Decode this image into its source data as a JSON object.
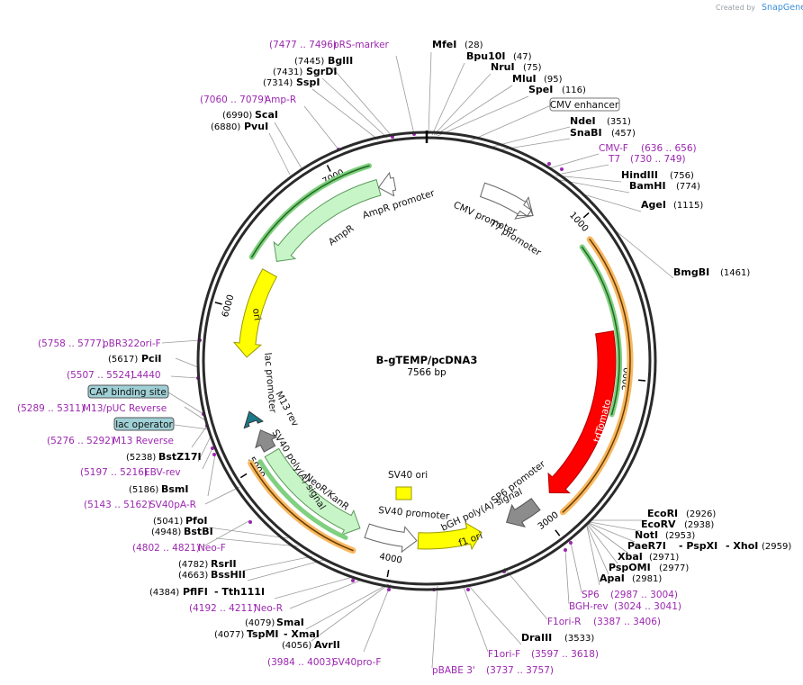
{
  "credit": {
    "created_by": "Created by",
    "brand": "SnapGene"
  },
  "plasmid": {
    "name": "B-gTEMP/pcDNA3",
    "length_label": "7566 bp",
    "length": 7566
  },
  "ticks": [
    {
      "pos": 1000,
      "label": "1000"
    },
    {
      "pos": 2000,
      "label": "2000"
    },
    {
      "pos": 3000,
      "label": "3000"
    },
    {
      "pos": 4000,
      "label": "4000"
    },
    {
      "pos": 5000,
      "label": "5000"
    },
    {
      "pos": 6000,
      "label": "6000"
    },
    {
      "pos": 7000,
      "label": "7000"
    }
  ],
  "features": [
    {
      "id": "cmv-enhancer",
      "label": "CMV enhancer",
      "boxed": true
    },
    {
      "id": "cmv-promoter",
      "label": "CMV promoter"
    },
    {
      "id": "t7-promoter",
      "label": "T7 promoter"
    },
    {
      "id": "tdtomato",
      "label": "tdTomato",
      "color": "#ff0000"
    },
    {
      "id": "sp6-promoter",
      "label": "SP6 promoter"
    },
    {
      "id": "bgh-polya",
      "label": "bGH poly(A) signal"
    },
    {
      "id": "f1-ori",
      "label": "f1 ori",
      "color": "#ffff00"
    },
    {
      "id": "sv40-promoter",
      "label": "SV40 promoter"
    },
    {
      "id": "sv40-ori",
      "label": "SV40 ori",
      "color": "#ffff00"
    },
    {
      "id": "neor-kanr",
      "label": "NeoR/KanR",
      "color": "#c8f5c8"
    },
    {
      "id": "sv40-polya",
      "label": "SV40 poly(A) signal"
    },
    {
      "id": "m13-rev",
      "label": "M13 rev"
    },
    {
      "id": "lac-promoter",
      "label": "lac promoter"
    },
    {
      "id": "ori",
      "label": "ori",
      "color": "#ffff00"
    },
    {
      "id": "ampr",
      "label": "AmpR",
      "color": "#c8f5c8"
    },
    {
      "id": "ampr-promoter",
      "label": "AmpR promoter"
    }
  ],
  "sites": [
    {
      "id": "mfei",
      "name": "MfeI",
      "pos": "(28)"
    },
    {
      "id": "bpu10i",
      "name": "Bpu10I",
      "pos": "(47)"
    },
    {
      "id": "nrui",
      "name": "NruI",
      "pos": "(75)"
    },
    {
      "id": "mlui",
      "name": "MluI",
      "pos": "(95)"
    },
    {
      "id": "spei",
      "name": "SpeI",
      "pos": "(116)"
    },
    {
      "id": "ndei",
      "name": "NdeI",
      "pos": "(351)"
    },
    {
      "id": "snabi",
      "name": "SnaBI",
      "pos": "(457)"
    },
    {
      "id": "hindiii",
      "name": "HindIII",
      "pos": "(756)"
    },
    {
      "id": "bamhi",
      "name": "BamHI",
      "pos": "(774)"
    },
    {
      "id": "agei",
      "name": "AgeI",
      "pos": "(1115)"
    },
    {
      "id": "bmgbi",
      "name": "BmgBI",
      "pos": "(1461)"
    },
    {
      "id": "ecori",
      "name": "EcoRI",
      "pos": "(2926)"
    },
    {
      "id": "ecorv",
      "name": "EcoRV",
      "pos": "(2938)"
    },
    {
      "id": "noti",
      "name": "NotI",
      "pos": "(2953)"
    },
    {
      "id": "paer7i",
      "name": "PaeR7I",
      "name2": "- PspXI",
      "name3": "- XhoI",
      "pos": "(2959)"
    },
    {
      "id": "xbai",
      "name": "XbaI",
      "pos": "(2971)"
    },
    {
      "id": "pspomi",
      "name": "PspOMI",
      "pos": "(2977)"
    },
    {
      "id": "apai",
      "name": "ApaI",
      "pos": "(2981)"
    },
    {
      "id": "draiii",
      "name": "DraIII",
      "pos": "(3533)"
    },
    {
      "id": "avrii",
      "name": "AvrII",
      "pos": "(4056)"
    },
    {
      "id": "tspmi",
      "name": "TspMI",
      "name2": "- XmaI",
      "pos": "(4077)"
    },
    {
      "id": "smai",
      "name": "SmaI",
      "pos": "(4079)"
    },
    {
      "id": "pflfi",
      "name": "PflFI",
      "name2": "- Tth111I",
      "pos": "(4384)"
    },
    {
      "id": "bsshii",
      "name": "BssHII",
      "pos": "(4663)"
    },
    {
      "id": "rsrii",
      "name": "RsrII",
      "pos": "(4782)"
    },
    {
      "id": "bstbi",
      "name": "BstBI",
      "pos": "(4948)"
    },
    {
      "id": "pfoi",
      "name": "PfoI",
      "pos": "(5041)"
    },
    {
      "id": "bsmi",
      "name": "BsmI",
      "pos": "(5186)"
    },
    {
      "id": "bstz17i",
      "name": "BstZ17I",
      "pos": "(5238)"
    },
    {
      "id": "pcii",
      "name": "PciI",
      "pos": "(5617)"
    },
    {
      "id": "pvui",
      "name": "PvuI",
      "pos": "(6880)"
    },
    {
      "id": "scai",
      "name": "ScaI",
      "pos": "(6990)"
    },
    {
      "id": "sspi",
      "name": "SspI",
      "pos": "(7314)"
    },
    {
      "id": "sgrdi",
      "name": "SgrDI",
      "pos": "(7431)"
    },
    {
      "id": "bglii",
      "name": "BglII",
      "pos": "(7445)"
    }
  ],
  "primers": [
    {
      "id": "prs-marker",
      "name": "pRS-marker",
      "range": "(7477 .. 7496)"
    },
    {
      "id": "amp-r",
      "name": "Amp-R",
      "range": "(7060 .. 7079)"
    },
    {
      "id": "cmv-f",
      "name": "CMV-F",
      "range": "(636 .. 656)"
    },
    {
      "id": "t7",
      "name": "T7",
      "range": "(730 .. 749)"
    },
    {
      "id": "sp6",
      "name": "SP6",
      "range": "(2987 .. 3004)"
    },
    {
      "id": "bgh-rev",
      "name": "BGH-rev",
      "range": "(3024 .. 3041)"
    },
    {
      "id": "f1ori-r",
      "name": "F1ori-R",
      "range": "(3387 .. 3406)"
    },
    {
      "id": "f1ori-f",
      "name": "F1ori-F",
      "range": "(3597 .. 3618)"
    },
    {
      "id": "pbabe3",
      "name": "pBABE 3'",
      "range": "(3737 .. 3757)"
    },
    {
      "id": "sv40pro-f",
      "name": "SV40pro-F",
      "range": "(3984 .. 4003)"
    },
    {
      "id": "neo-r",
      "name": "Neo-R",
      "range": "(4192 .. 4211)"
    },
    {
      "id": "neo-f",
      "name": "Neo-F",
      "range": "(4802 .. 4821)"
    },
    {
      "id": "sv40pa-r",
      "name": "SV40pA-R",
      "range": "(5143 .. 5162)"
    },
    {
      "id": "ebv-rev",
      "name": "EBV-rev",
      "range": "(5197 .. 5216)"
    },
    {
      "id": "m13-reverse",
      "name": "M13 Reverse",
      "range": "(5276 .. 5292)"
    },
    {
      "id": "m13-puc-reverse",
      "name": "M13/pUC Reverse",
      "range": "(5289 .. 5311)"
    },
    {
      "id": "l4440",
      "name": "L4440",
      "range": "(5507 .. 5524)"
    },
    {
      "id": "pbr322ori-f",
      "name": "pBR322ori-F",
      "range": "(5758 .. 5777)"
    }
  ],
  "misc_boxes": [
    {
      "id": "lac-operator",
      "label": "lac operator"
    },
    {
      "id": "cap-binding-site",
      "label": "CAP binding site"
    }
  ]
}
